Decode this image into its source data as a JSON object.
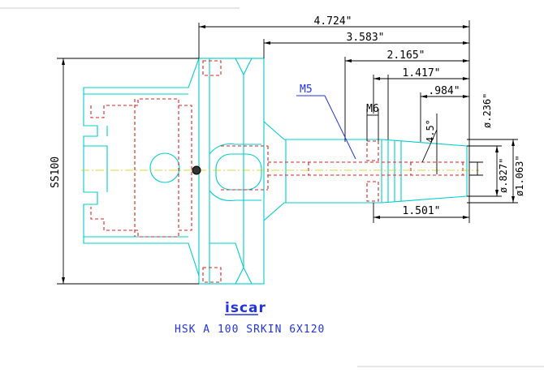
{
  "dimensions": {
    "overall_length": "4.724\"",
    "len_3583": "3.583\"",
    "len_2165": "2.165\"",
    "len_1417": "1.417\"",
    "len_984": ".984\"",
    "len_1501": "1.501\"",
    "thread_m6": "M6",
    "angle": "4.5°",
    "dia_236": "ø.236\"",
    "dia_827": "ø.827\"",
    "dia_1063": "ø1.063\"",
    "ss100": "SS100"
  },
  "callout": {
    "label": "M5"
  },
  "logo": {
    "text": "iscar"
  },
  "title": {
    "text": "HSK A 100 SRKIN 6X120"
  },
  "colors": {
    "outline": "#00cccc",
    "hidden": "#dd2222",
    "dimension": "#000000",
    "text_blue": "#2233dd",
    "centerline": "#dddd00"
  }
}
